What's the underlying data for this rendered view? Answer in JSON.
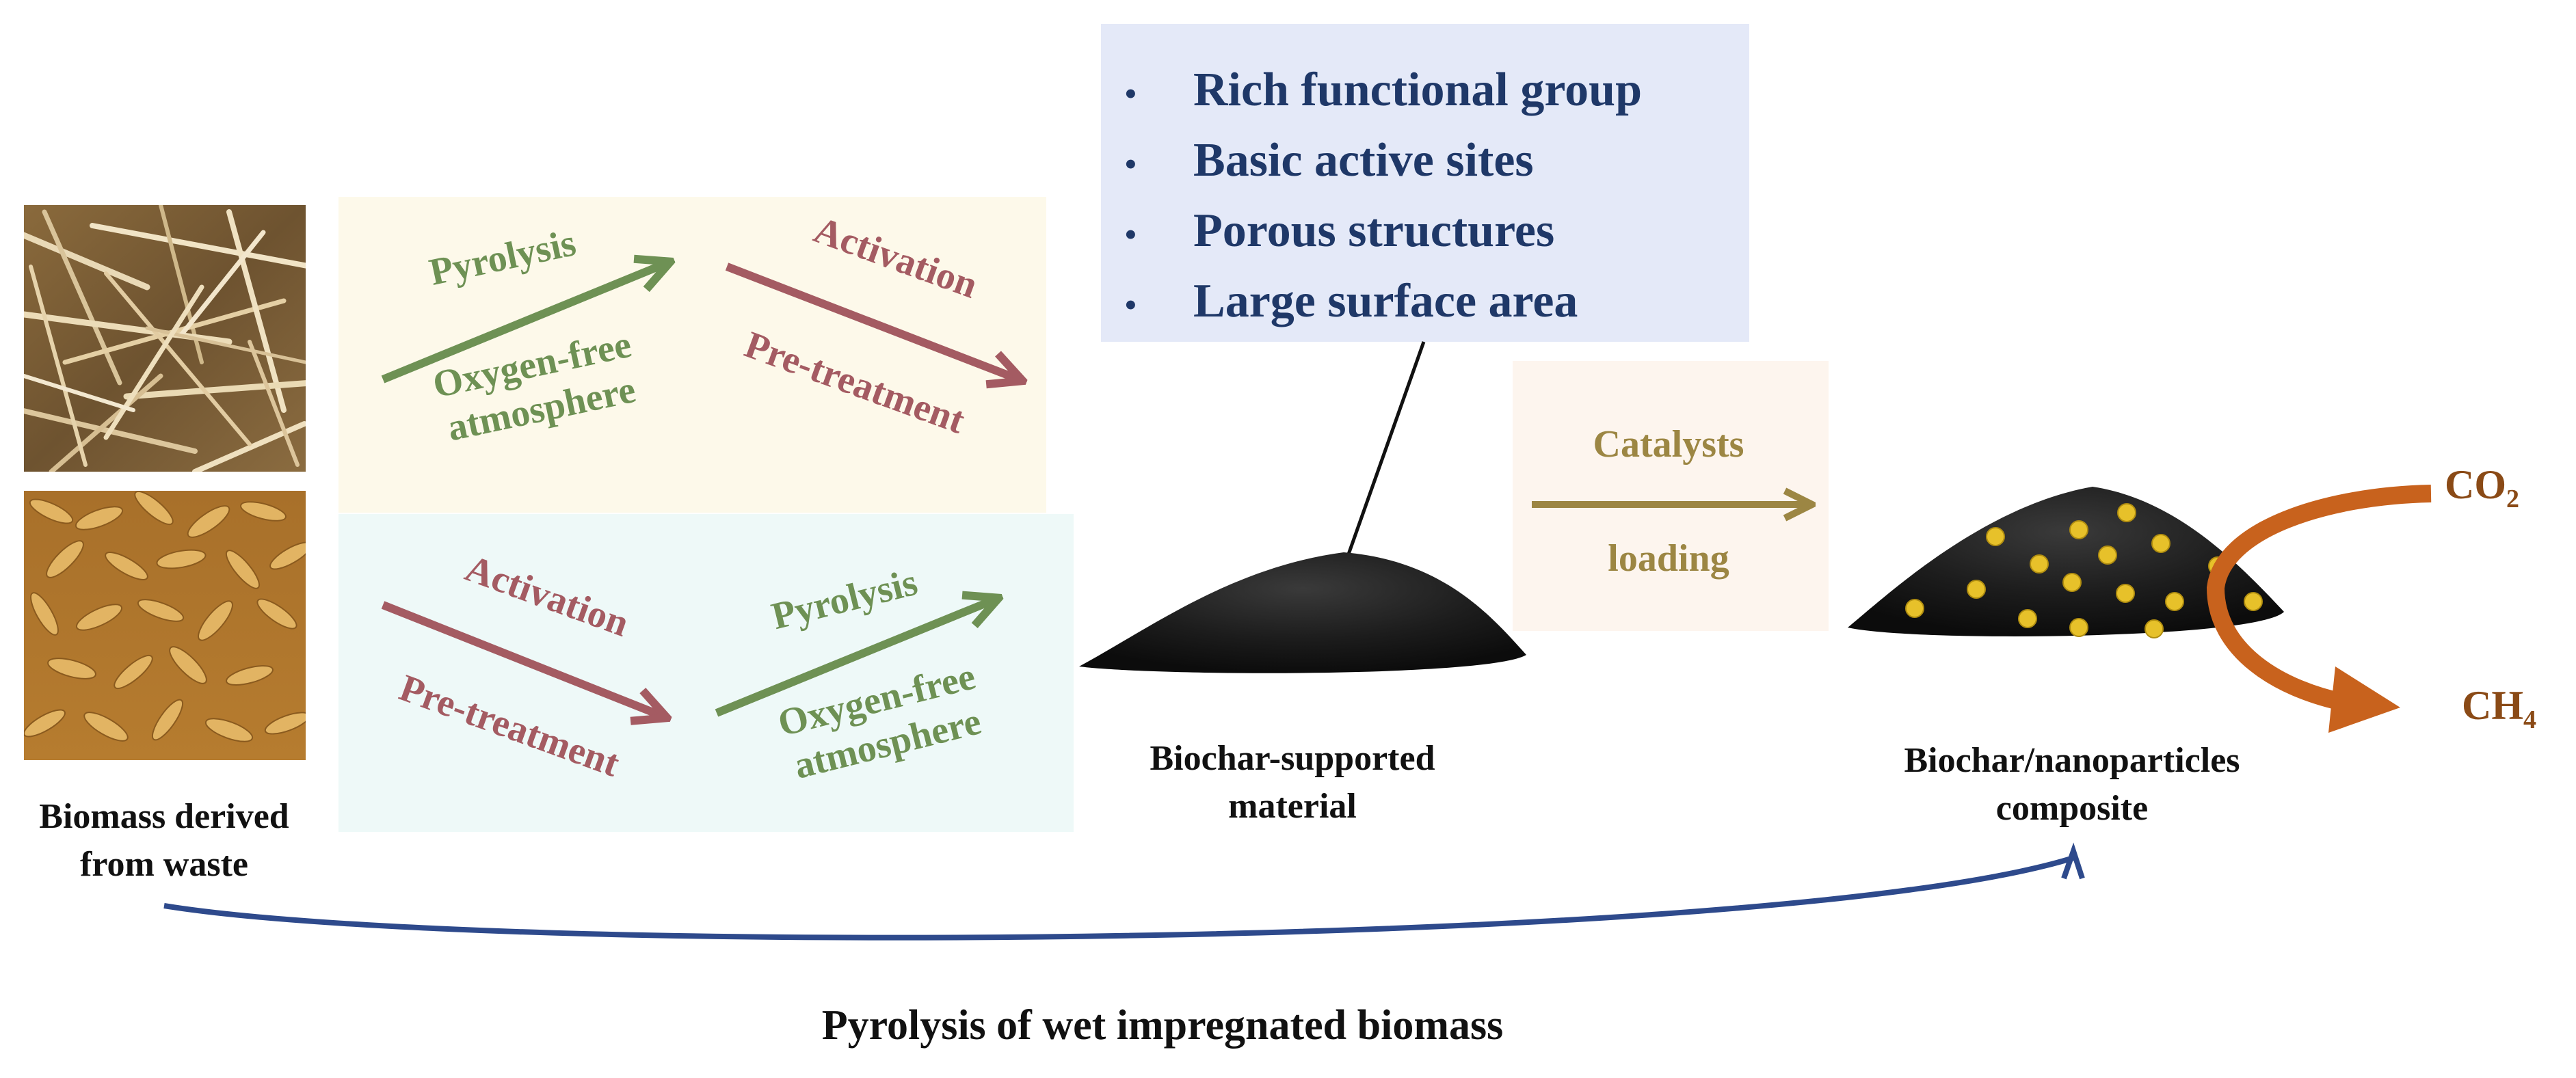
{
  "properties": {
    "items": [
      "Rich functional group",
      "Basic active sites",
      "Porous structures",
      "Large surface area"
    ]
  },
  "upper_route": {
    "step1": {
      "above": "Pyrolysis",
      "below_line1": "Oxygen-free",
      "below_line2": "atmosphere"
    },
    "step2": {
      "above": "Activation",
      "below": "Pre-treatment"
    }
  },
  "lower_route": {
    "step1": {
      "above": "Activation",
      "below": "Pre-treatment"
    },
    "step2": {
      "above": "Pyrolysis",
      "below_line1": "Oxygen-free",
      "below_line2": "atmosphere"
    }
  },
  "loading_step": {
    "above": "Catalysts",
    "below": "loading"
  },
  "captions": {
    "biomass_line1": "Biomass derived",
    "biomass_line2": "from waste",
    "biochar_line1": "Biochar-supported",
    "biochar_line2": "material",
    "composite_line1": "Biochar/nanoparticles",
    "composite_line2": "composite"
  },
  "gases": {
    "input": {
      "main": "CO",
      "sub": "2"
    },
    "output": {
      "main": "CH",
      "sub": "4"
    }
  },
  "bottom_route": {
    "label": "Pyrolysis of wet impregnated biomass"
  },
  "colors": {
    "green_arrow": "#6e9154",
    "red_arrow": "#a45b62",
    "gold_arrow": "#9c8643",
    "blue_curve": "#2e4a8c",
    "orange_curve": "#c8621d",
    "particle": "#e7c12a",
    "bullet_text": "#1f3868"
  }
}
